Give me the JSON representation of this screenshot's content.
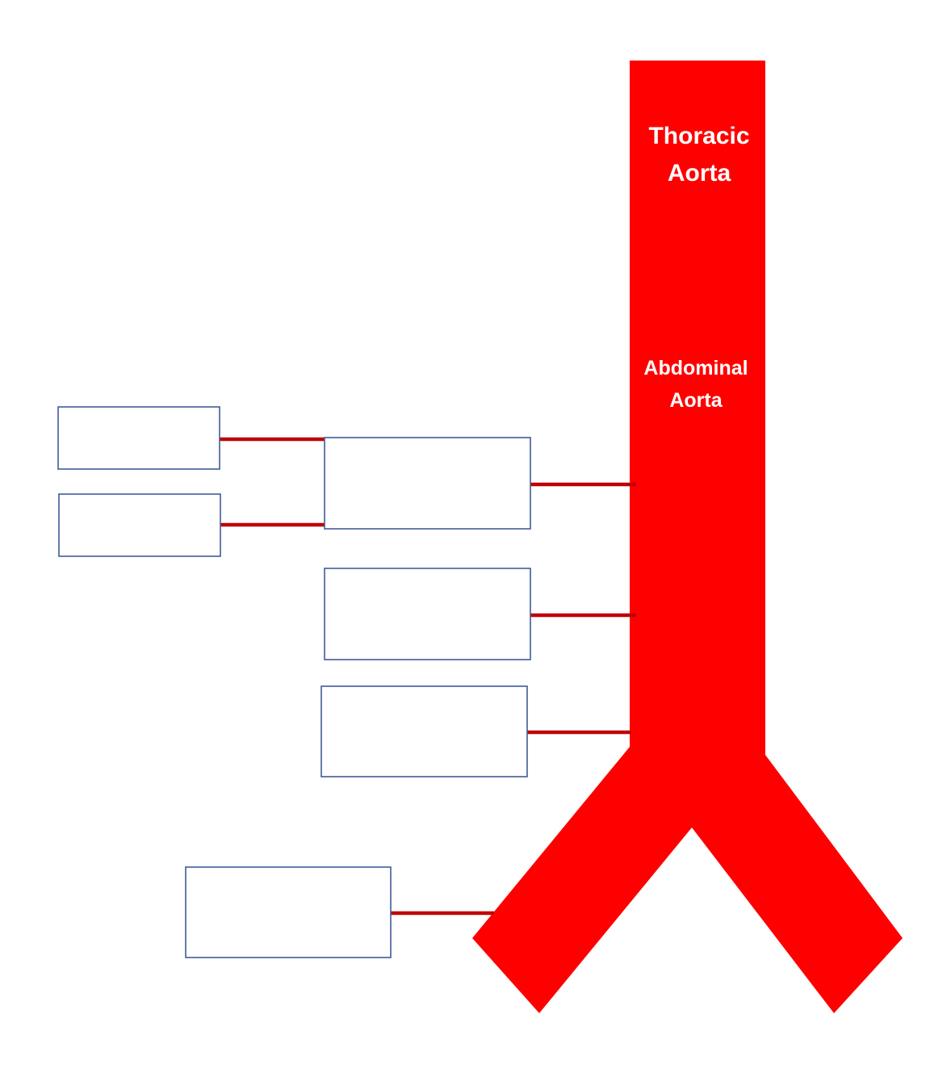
{
  "colors": {
    "aorta": "#ff0000",
    "branch_line": "#c00000",
    "box_border": "#3f5c9a",
    "label_text": "#ffffff",
    "background": "#ffffff"
  },
  "labels": {
    "thoracic_line1": "Thoracic",
    "thoracic_line2": "Aorta",
    "abdominal_line1": "Abdominal",
    "abdominal_line2": "Aorta"
  },
  "boxes": {
    "box_1": "",
    "box_2": "",
    "box_3": "",
    "box_4": "",
    "box_5": "",
    "box_6": ""
  }
}
